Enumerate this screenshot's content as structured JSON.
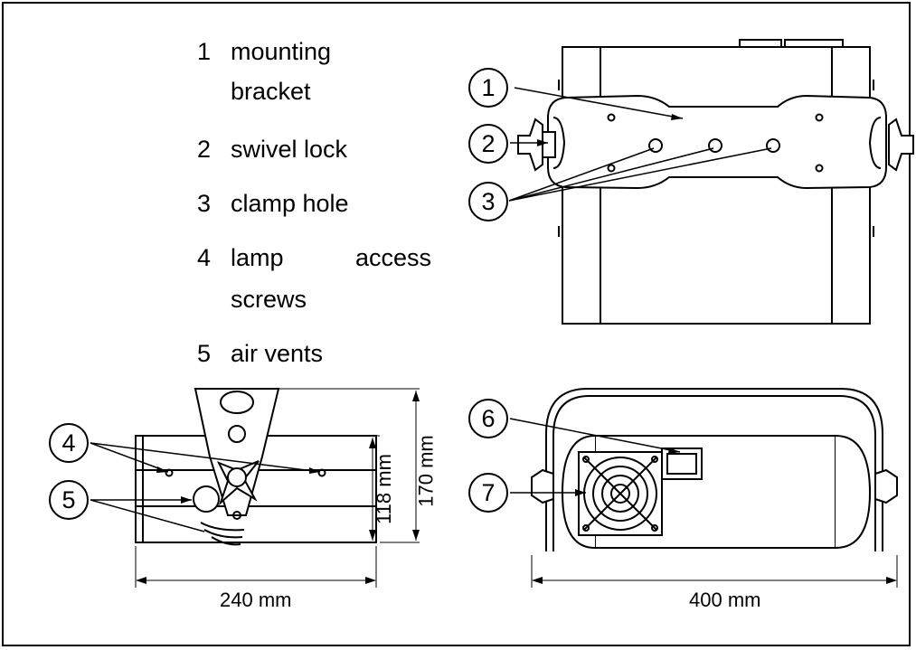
{
  "legend": [
    {
      "num": "1",
      "line1": "mounting",
      "line2": "bracket"
    },
    {
      "num": "2",
      "line1": "swivel lock",
      "line2": ""
    },
    {
      "num": "3",
      "line1": "clamp hole",
      "line2": ""
    },
    {
      "num": "4",
      "line1": "lamp",
      "line1b": "access",
      "line2": "screws"
    },
    {
      "num": "5",
      "line1": "air vents",
      "line2": ""
    }
  ],
  "callouts": [
    "1",
    "2",
    "3",
    "4",
    "5",
    "6",
    "7"
  ],
  "dimensions": {
    "side_width": "240 mm",
    "side_body_height": "118 mm",
    "side_total_height": "170 mm",
    "rear_width": "400 mm"
  }
}
